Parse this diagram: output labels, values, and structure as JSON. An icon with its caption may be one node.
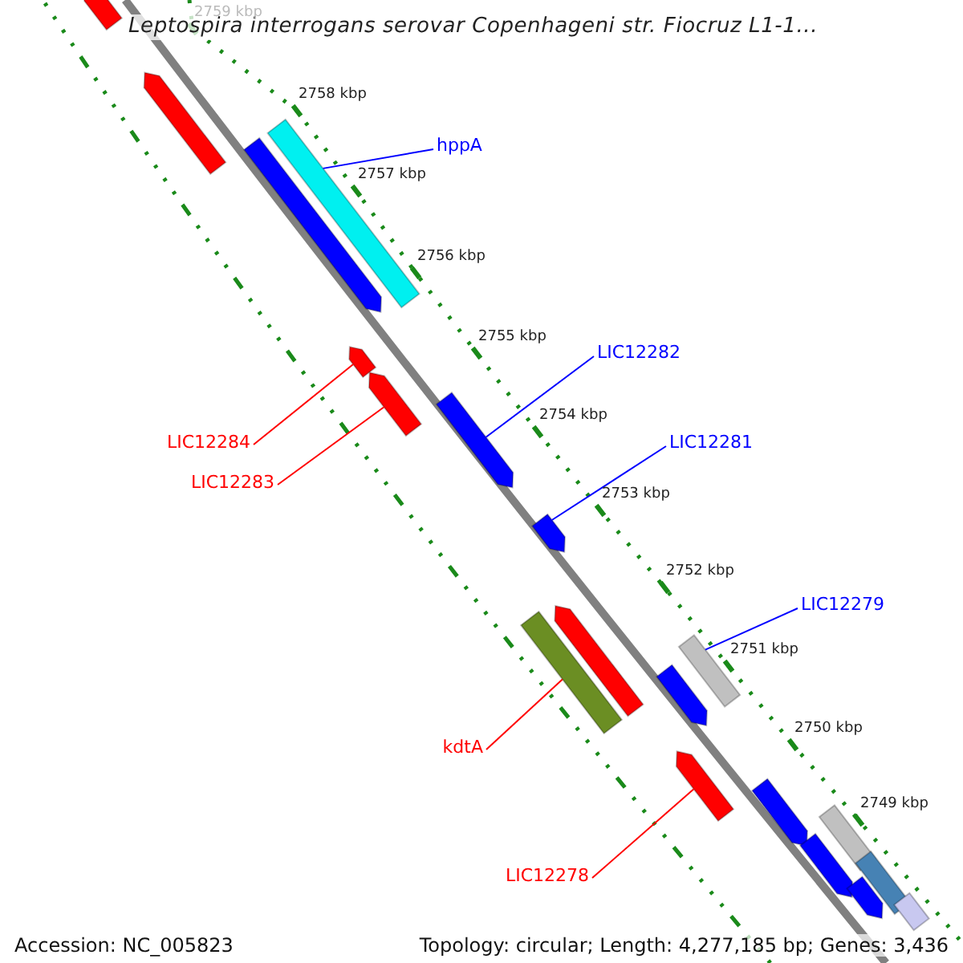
{
  "diagram": {
    "title": "Leptospira interrogans serovar Copenhageni str. Fiocruz L1-1...",
    "nodes": [
      {
        "text": [
          "hppA"
        ]
      },
      {
        "text": [
          "LIC12282"
        ]
      },
      {
        "text": [
          "LIC12284"
        ]
      },
      {
        "text": [
          "LIC12281"
        ]
      },
      {
        "text": [
          "LIC12283"
        ]
      },
      {
        "text": [
          "LIC12279"
        ]
      },
      {
        "text": [
          "kdtA"
        ]
      },
      {
        "text": [
          "LIC12278"
        ]
      },
      {
        "text": [],
        "shape": "arrow"
      },
      {
        "text": [],
        "shape": "arrow"
      },
      {
        "text": [],
        "shape": "arrow"
      },
      {
        "text": [],
        "shape": "bar"
      },
      {
        "text": [],
        "shape": "arrow"
      },
      {
        "text": [],
        "shape": "arrow"
      },
      {
        "text": [],
        "shape": "arrow"
      },
      {
        "text": [],
        "shape": "arrow"
      },
      {
        "text": [],
        "shape": "bar"
      },
      {
        "text": [],
        "shape": "arrow"
      },
      {
        "text": [],
        "shape": "arrow"
      },
      {
        "text": [],
        "shape": "bar"
      },
      {
        "text": [],
        "shape": "arrow"
      },
      {
        "text": [],
        "shape": "arrow"
      },
      {
        "text": [],
        "shape": "bar"
      },
      {
        "text": [],
        "shape": "arrow"
      },
      {
        "text": [],
        "shape": "bar"
      },
      {
        "text": [],
        "shape": "arrow"
      },
      {
        "text": [],
        "shape": "bar"
      }
    ],
    "edges": [
      {
        "from": 0,
        "to": 11,
        "arrow": "none",
        "color": "#0000ff"
      },
      {
        "from": 1,
        "to": 14,
        "arrow": "none",
        "color": "#0000ff"
      },
      {
        "from": 2,
        "to": 12,
        "arrow": "none",
        "color": "#ff0000"
      },
      {
        "from": 3,
        "to": 15,
        "arrow": "none",
        "color": "#0000ff"
      },
      {
        "from": 4,
        "to": 13,
        "arrow": "none",
        "color": "#ff0000"
      },
      {
        "from": 5,
        "to": 19,
        "arrow": "none",
        "color": "#0000ff"
      },
      {
        "from": 6,
        "to": 16,
        "arrow": "none",
        "color": "#ff0000"
      },
      {
        "from": 7,
        "to": 20,
        "arrow": "none",
        "color": "#ff0000"
      }
    ],
    "labels": [
      "2759 kbp",
      "2758 kbp",
      "2757 kbp",
      "2756 kbp",
      "2755 kbp",
      "2754 kbp",
      "2753 kbp",
      "2752 kbp",
      "2751 kbp",
      "2750 kbp",
      "2749 kbp",
      "Accession: NC_005823",
      "Topology: circular; Length: 4,277,185 bp; Genes: 3,436"
    ]
  }
}
